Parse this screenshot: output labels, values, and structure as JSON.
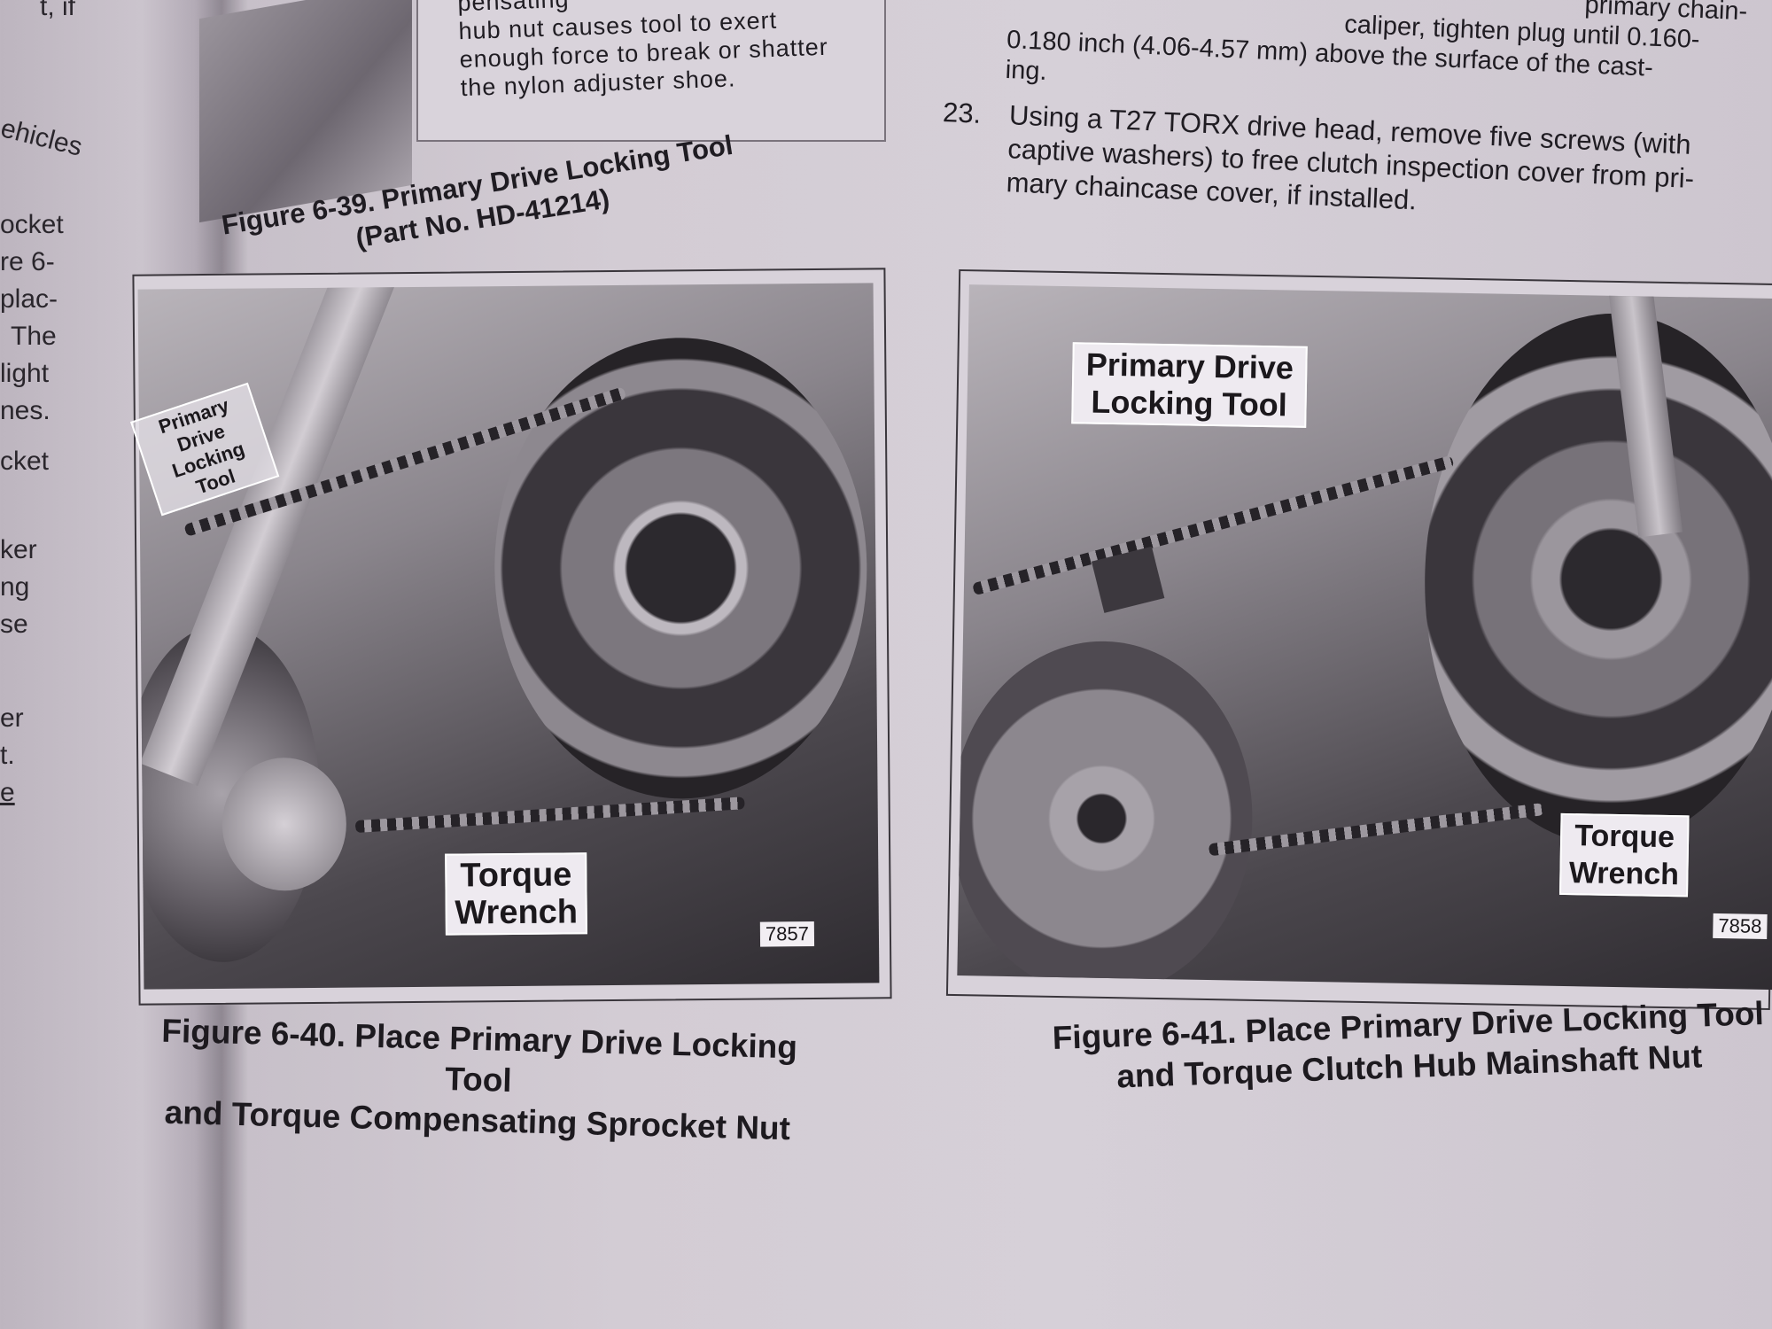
{
  "left_margin_fragments": [
    "t, if",
    "ehicles",
    "ocket",
    "re 6-",
    "plac-",
    "The",
    "light",
    "nes.",
    "cket",
    "ker",
    "ng",
    "se",
    "er",
    "t.",
    "e"
  ],
  "caution_box": {
    "lines": [
      "pensating",
      "hub nut causes tool to exert",
      "enough force to break or shatter",
      "the nylon adjuster shoe."
    ]
  },
  "figure_6_39": {
    "caption_line1": "Figure 6-39. Primary Drive Locking Tool",
    "caption_line2": "(Part No. HD-41214)"
  },
  "top_right_text": {
    "lines": [
      "primary chain-",
      "caliper, tighten plug until 0.160-",
      "0.180 inch (4.06-4.57 mm) above the surface of the cast-",
      "ing."
    ]
  },
  "step_23": {
    "number": "23.",
    "lines": [
      "Using a T27 TORX drive head, remove five screws (with",
      "captive washers) to free clutch inspection cover from pri-",
      "mary chaincase cover, if installed."
    ]
  },
  "figure_6_40": {
    "label_locking_tool": "Primary Drive Locking Tool",
    "label_torque_wrench": "Torque Wrench",
    "image_number": "7857",
    "caption_line1": "Figure 6-40. Place Primary Drive Locking Tool",
    "caption_line2": "and Torque Compensating Sprocket Nut"
  },
  "figure_6_41": {
    "label_locking_tool": "Primary Drive Locking Tool",
    "label_torque_wrench": "Torque Wrench",
    "image_number": "7858",
    "caption_line1": "Figure 6-41. Place Primary Drive Locking Tool",
    "caption_line2": "and Torque Clutch Hub Mainshaft Nut"
  }
}
